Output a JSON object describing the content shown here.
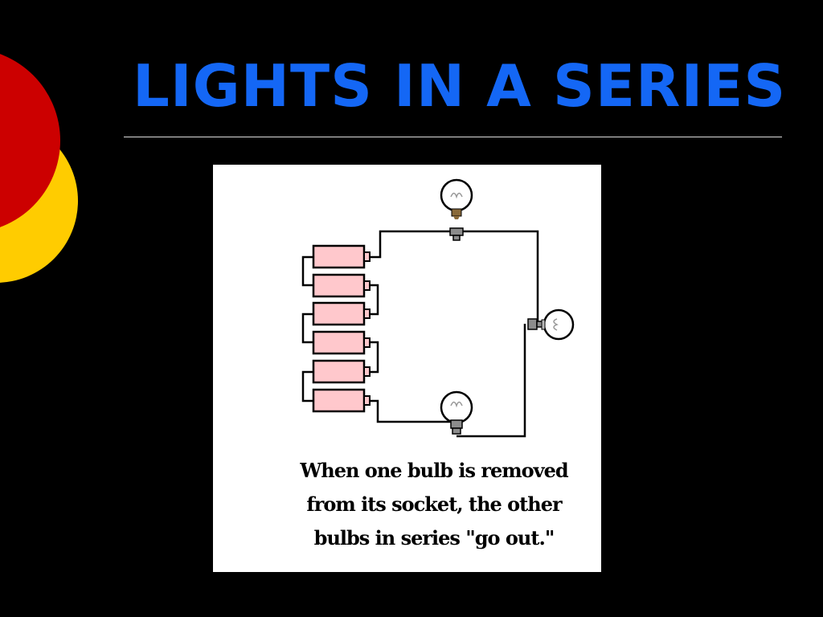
{
  "slide": {
    "title": "Lights in a Series",
    "caption": "When one bulb is removed from its socket, the other bulbs in series \"go out.\""
  },
  "colors": {
    "background": "#000000",
    "title": "#1467f5",
    "divider": "#dcdcdc",
    "decor_red": "#cc0000",
    "decor_yellow": "#ffcc00",
    "battery_fill": "#ffc8cc",
    "wire": "#000000",
    "socket": "#8c8c8c",
    "bulb_base": "#8a6a3a"
  },
  "diagram": {
    "battery_count": 6,
    "bulb_count": 3,
    "icons": [
      "battery-icon",
      "light-bulb-icon",
      "bulb-socket-icon"
    ]
  }
}
